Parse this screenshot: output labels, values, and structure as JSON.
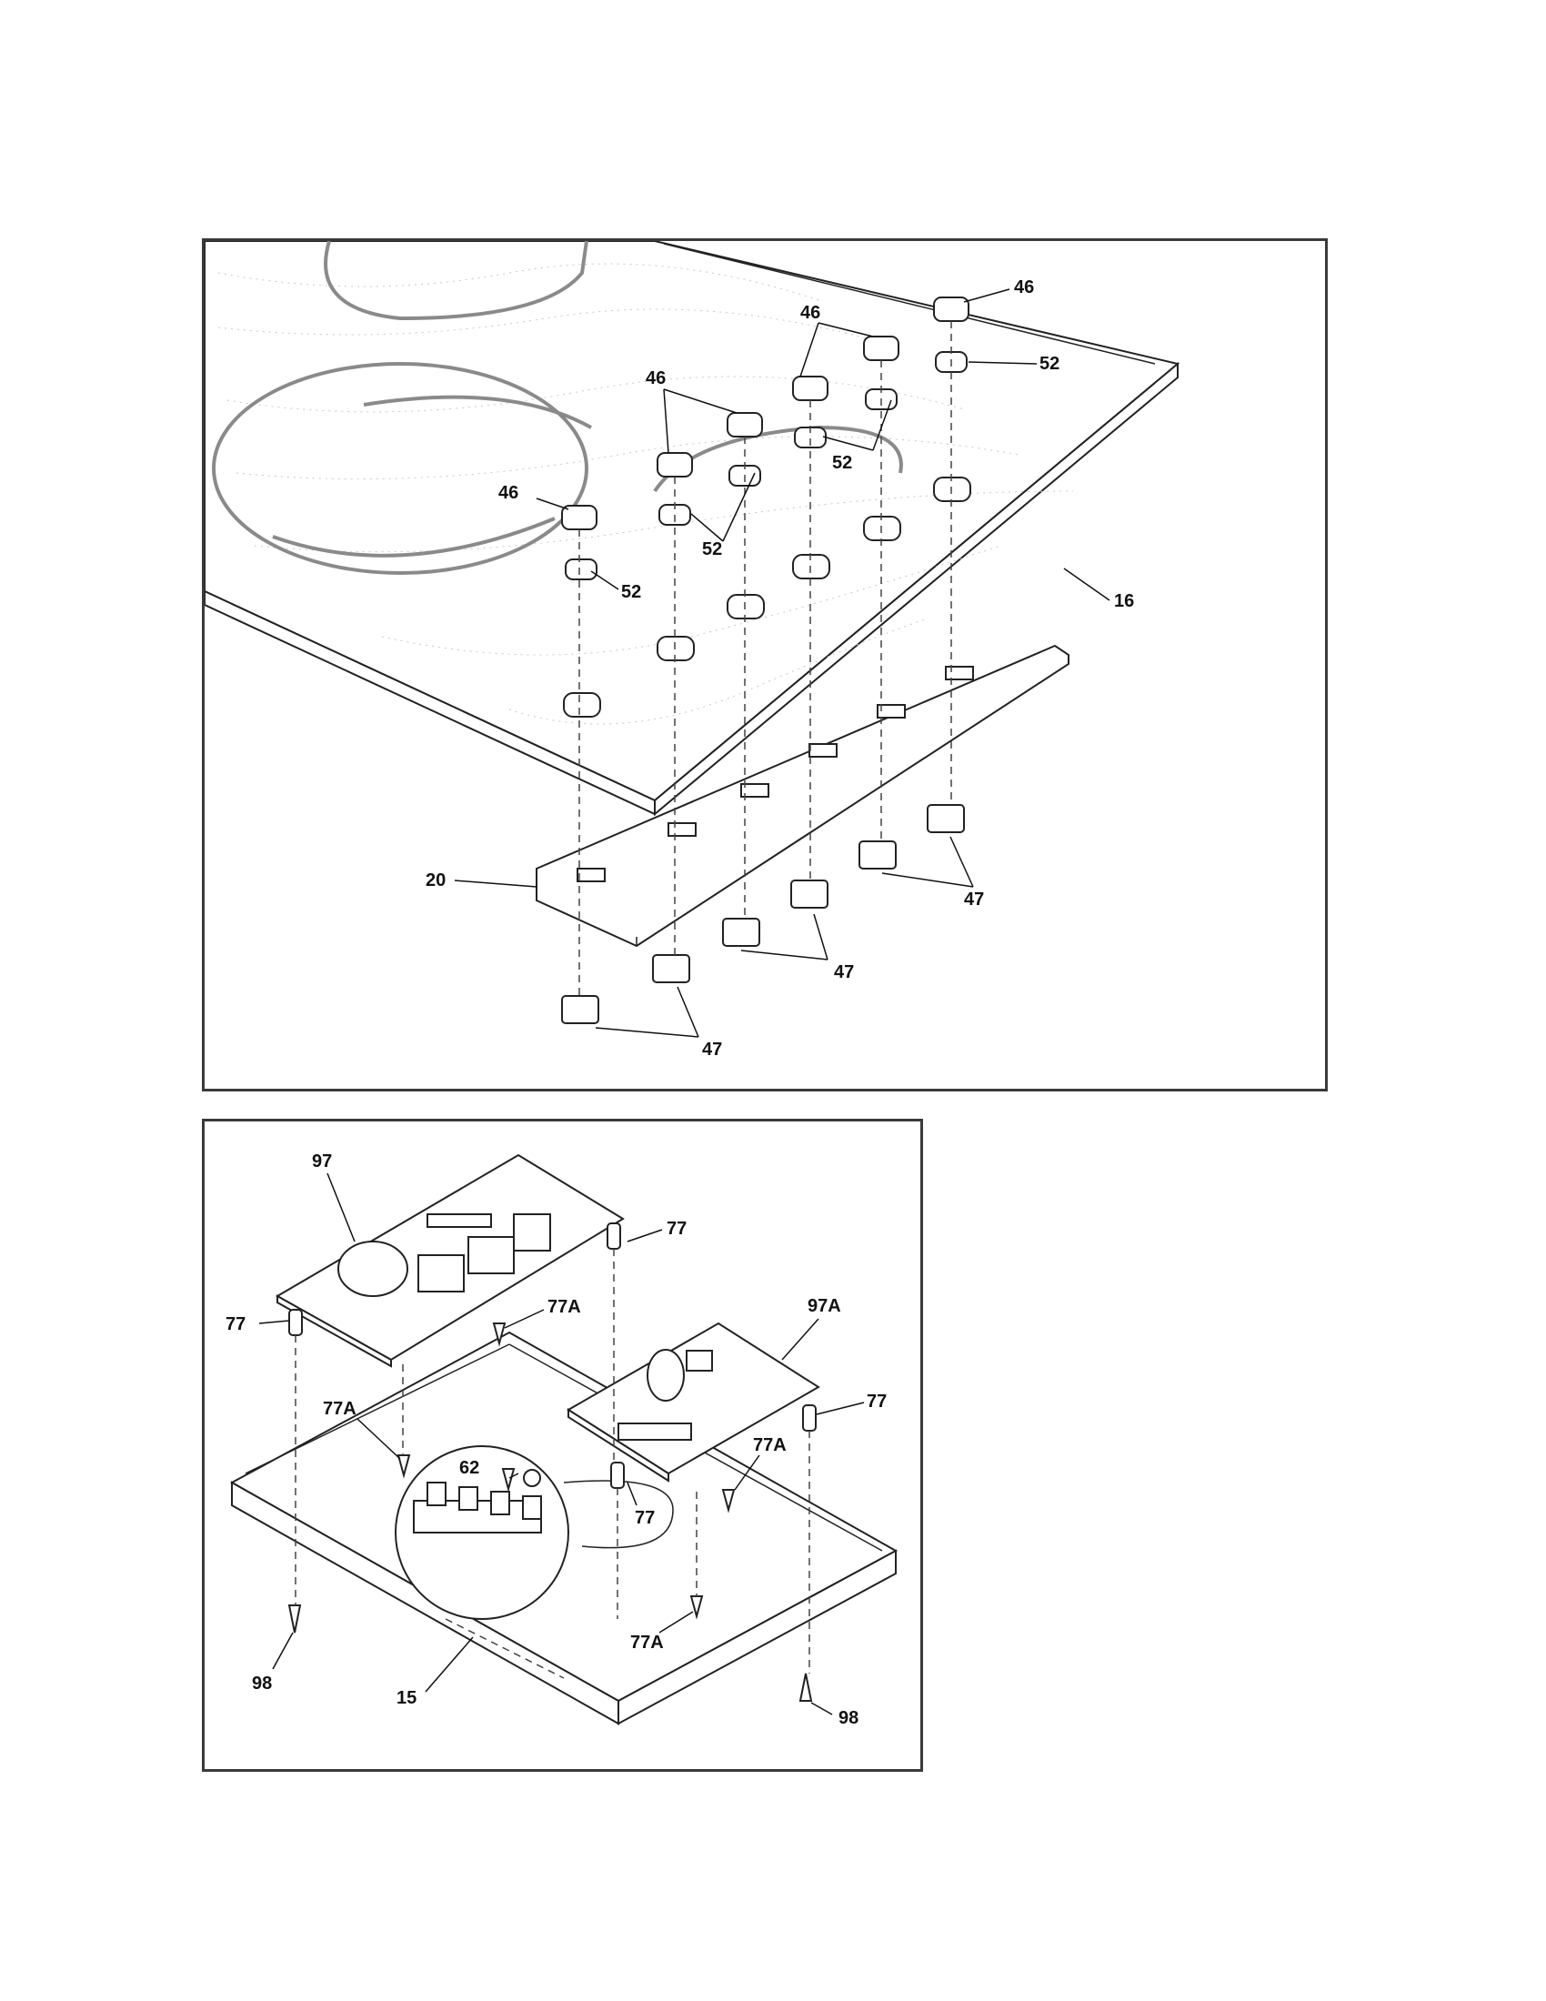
{
  "diagram": {
    "top_panel": {
      "callouts": {
        "c46a": "46",
        "c46b": "46",
        "c46c": "46",
        "c46d": "46",
        "c52a": "52",
        "c52b": "52",
        "c52c": "52",
        "c52d": "52",
        "c16": "16",
        "c20": "20",
        "c47a": "47",
        "c47b": "47",
        "c47c": "47"
      }
    },
    "bottom_panel": {
      "callouts": {
        "c97": "97",
        "c97A": "97A",
        "c77a": "77",
        "c77b": "77",
        "c77c": "77",
        "c77d": "77",
        "c77Aa": "77A",
        "c77Ab": "77A",
        "c77Ac": "77A",
        "c77Ad": "77A",
        "c62": "62",
        "c98a": "98",
        "c98b": "98",
        "c15": "15"
      }
    }
  }
}
